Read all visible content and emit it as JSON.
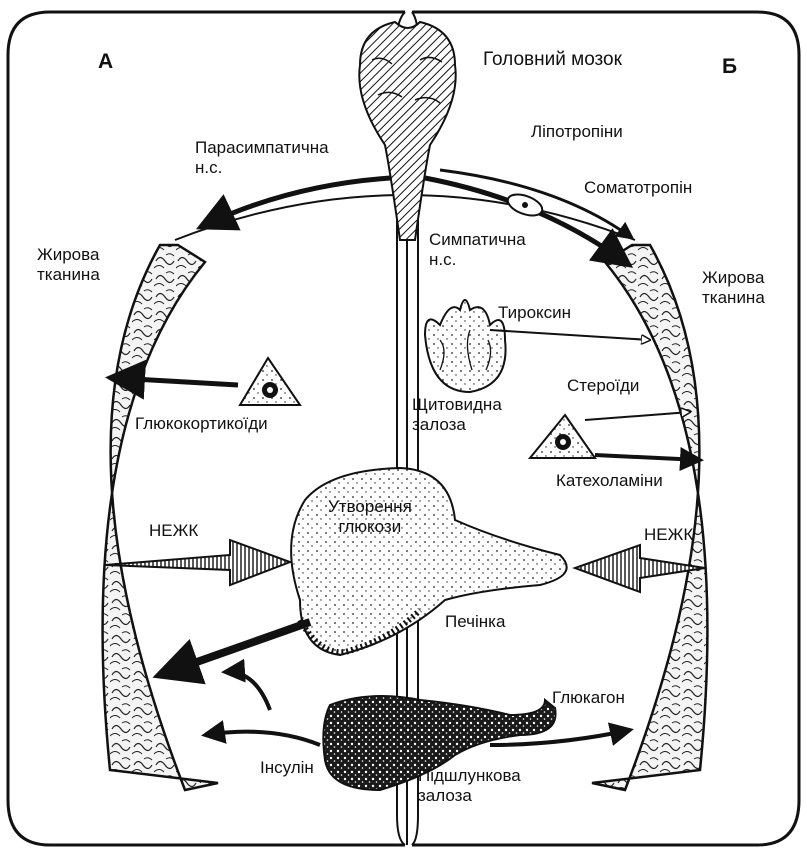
{
  "colors": {
    "ink": "#111111",
    "paper": "#ffffff",
    "tissue": "#f2f2f2"
  },
  "panels": {
    "left_letter": "А",
    "right_letter": "Б"
  },
  "brain": {
    "label": "Головний мозок",
    "icon": "brain-icon"
  },
  "left": {
    "parasympathetic": "Парасимпатична\nн.с.",
    "adipose": "Жирова\nтканина",
    "glucocorticoids": "Глюкокортикоїди",
    "nefa": "НЕЖК",
    "insulin": "Інсулін"
  },
  "right": {
    "lipotropins": "Ліпотропіни",
    "somatotropin": "Соматотропін",
    "sympathetic": "Симпатична\nн.с.",
    "adipose": "Жирова\nтканина",
    "thyroxine": "Тироксин",
    "thyroid": "Щитовидна\nзалоза",
    "steroids": "Стероїди",
    "catecholamines": "Катехоламіни",
    "nefa": "НЕЖК",
    "glucagon": "Глюкагон",
    "pancreas": "Підшлункова\nзалоза"
  },
  "center": {
    "gluconeogenesis": "Утворення\nглюкози",
    "liver": "Печінка"
  }
}
